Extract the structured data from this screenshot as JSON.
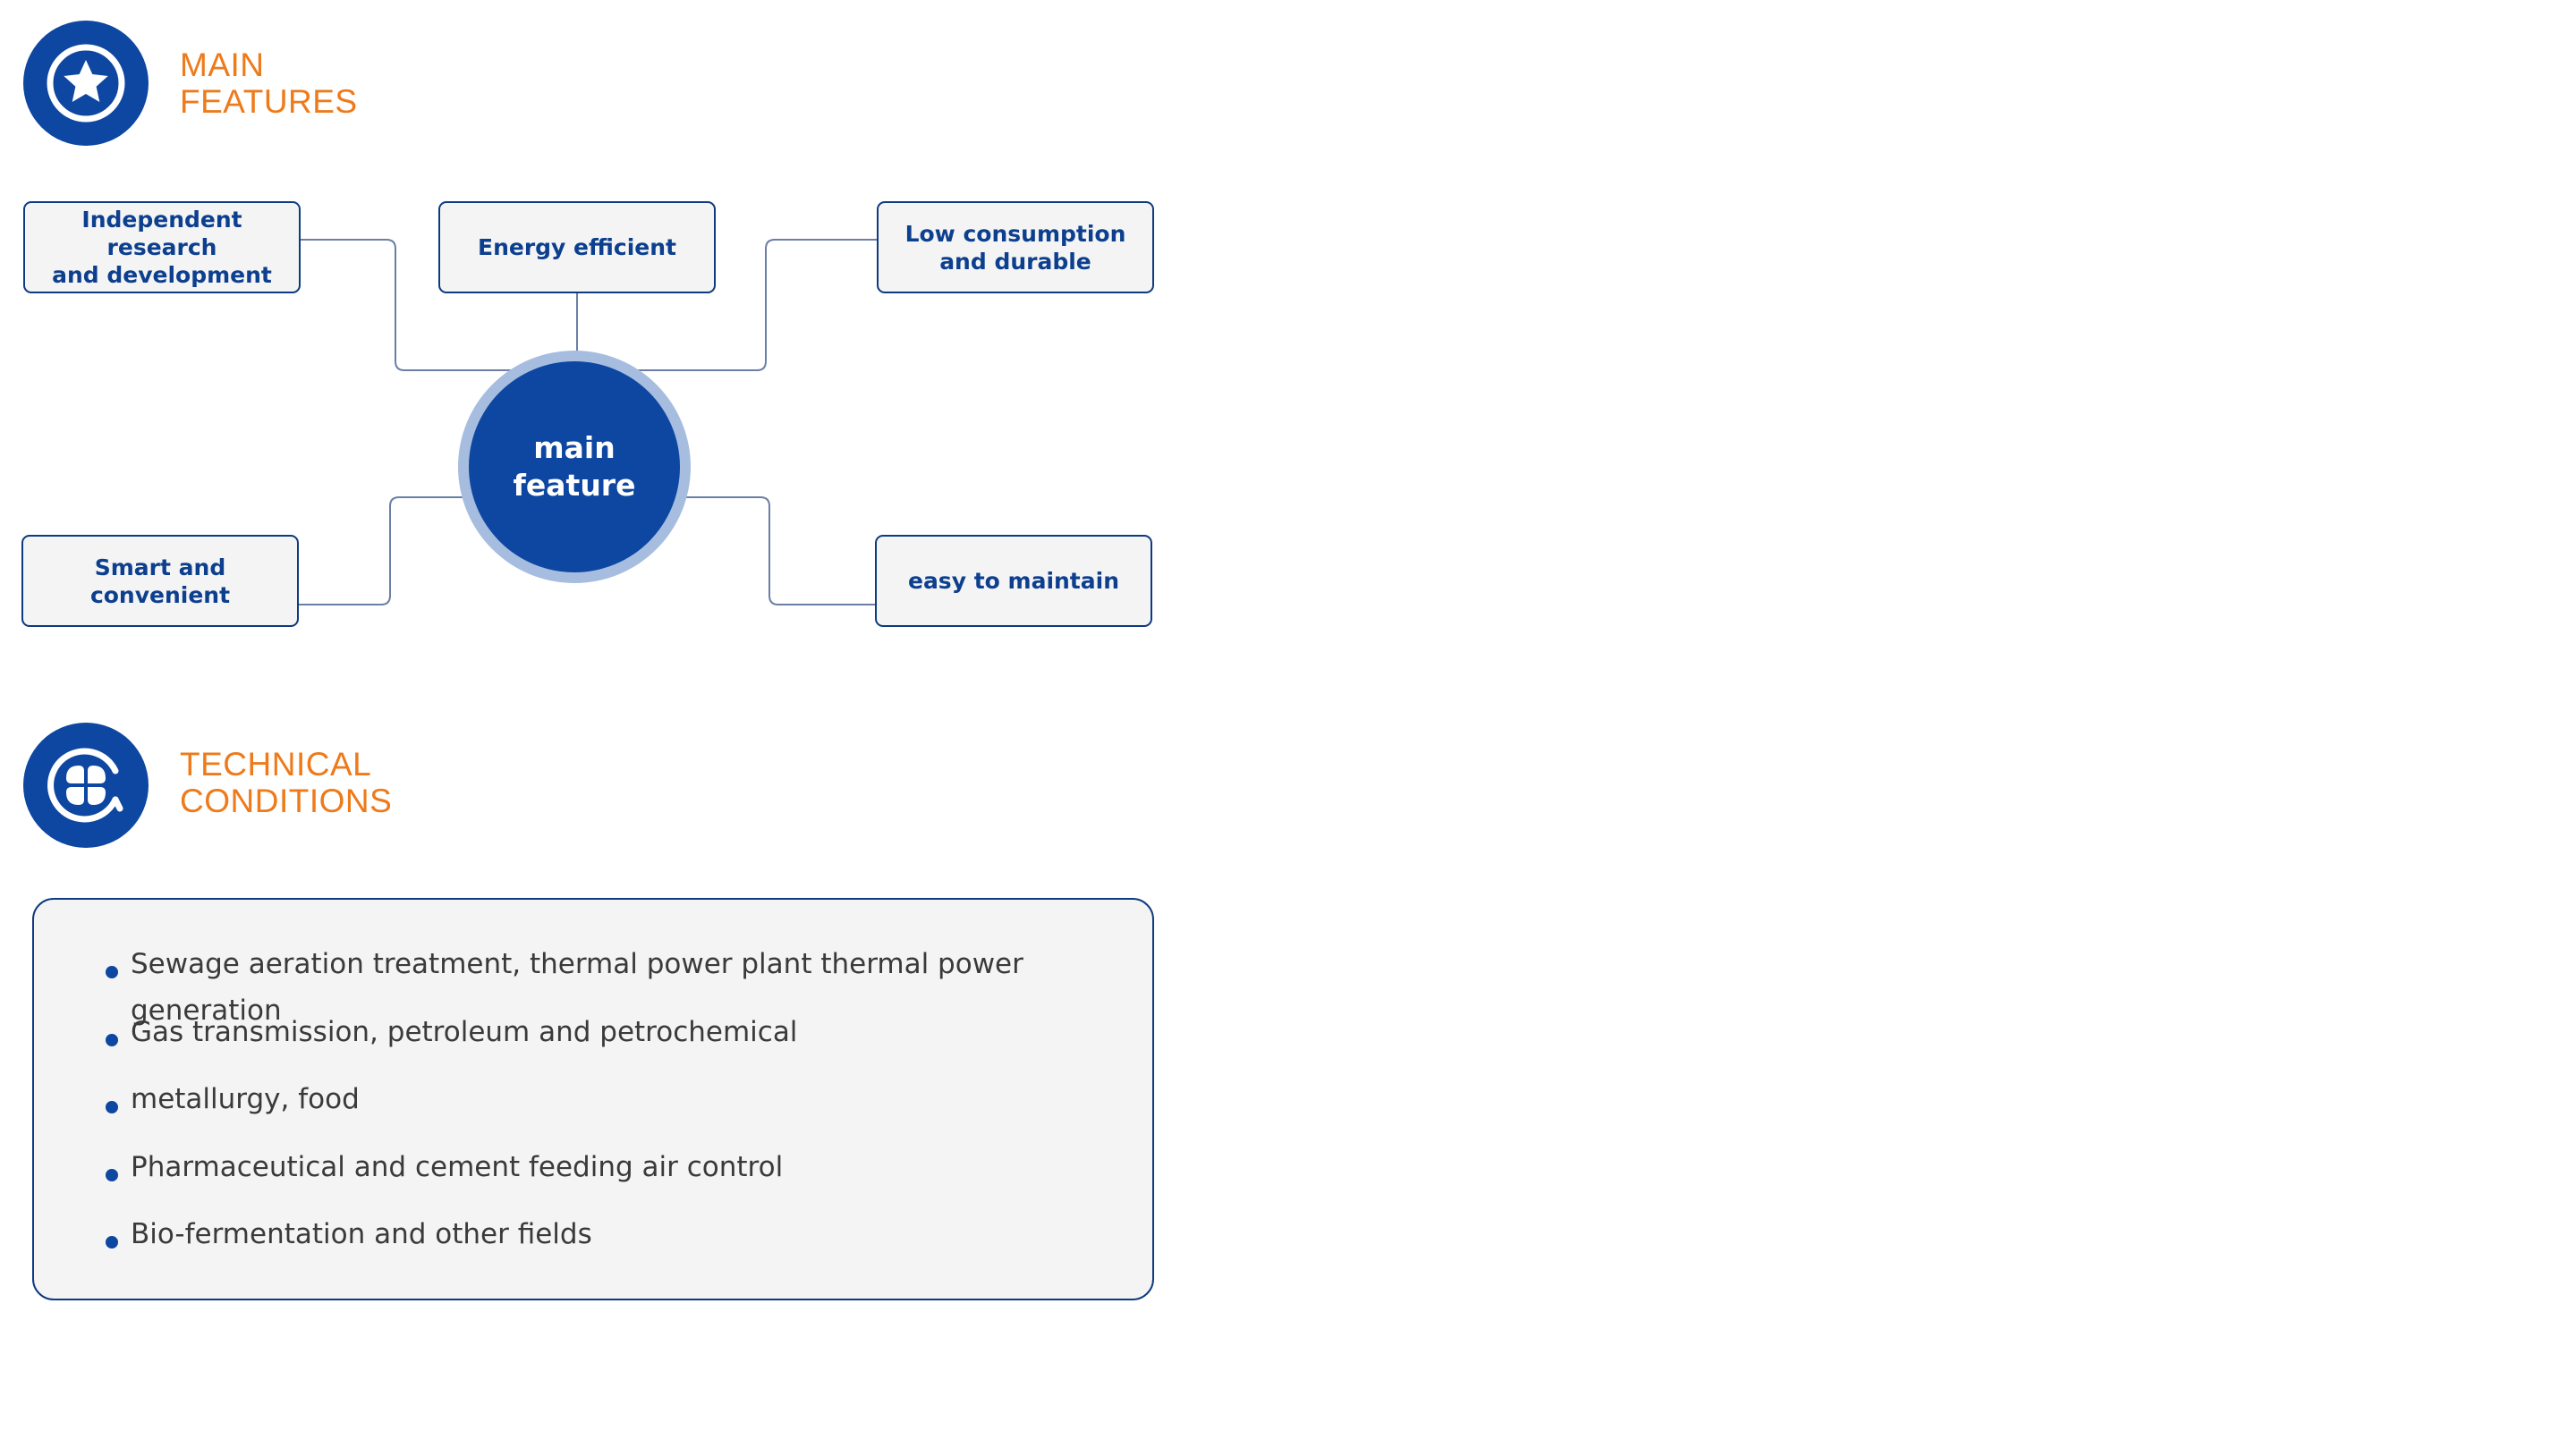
{
  "main_features": {
    "title_line1": "MAIN",
    "title_line2": "FEATURES",
    "icon": "star-icon",
    "center": {
      "line1": "main",
      "line2": "feature"
    },
    "boxes": [
      {
        "id": "independent",
        "line1": "Independent research",
        "line2": "and development"
      },
      {
        "id": "energy",
        "line1": "Energy efficient",
        "line2": ""
      },
      {
        "id": "low",
        "line1": "Low consumption",
        "line2": "and durable"
      },
      {
        "id": "smart",
        "line1": "Smart and",
        "line2": "convenient"
      },
      {
        "id": "easy",
        "line1": "easy to maintain",
        "line2": ""
      }
    ]
  },
  "technical_conditions": {
    "title_line1": "TECHNICAL",
    "title_line2": "CONDITIONS",
    "icon": "four-leaf-icon",
    "items": [
      "Sewage aeration treatment, thermal power plant thermal power generation",
      "Gas transmission, petroleum and petrochemical",
      "metallurgy, food",
      "Pharmaceutical and cement feeding air control",
      "Bio-fermentation and other fields"
    ]
  },
  "colors": {
    "brand_blue": "#0d47a1",
    "ring_blue": "#a6bde0",
    "title_orange": "#ee7a1a",
    "box_fill": "#f4f4f4",
    "text_dark": "#3a3a3a"
  }
}
